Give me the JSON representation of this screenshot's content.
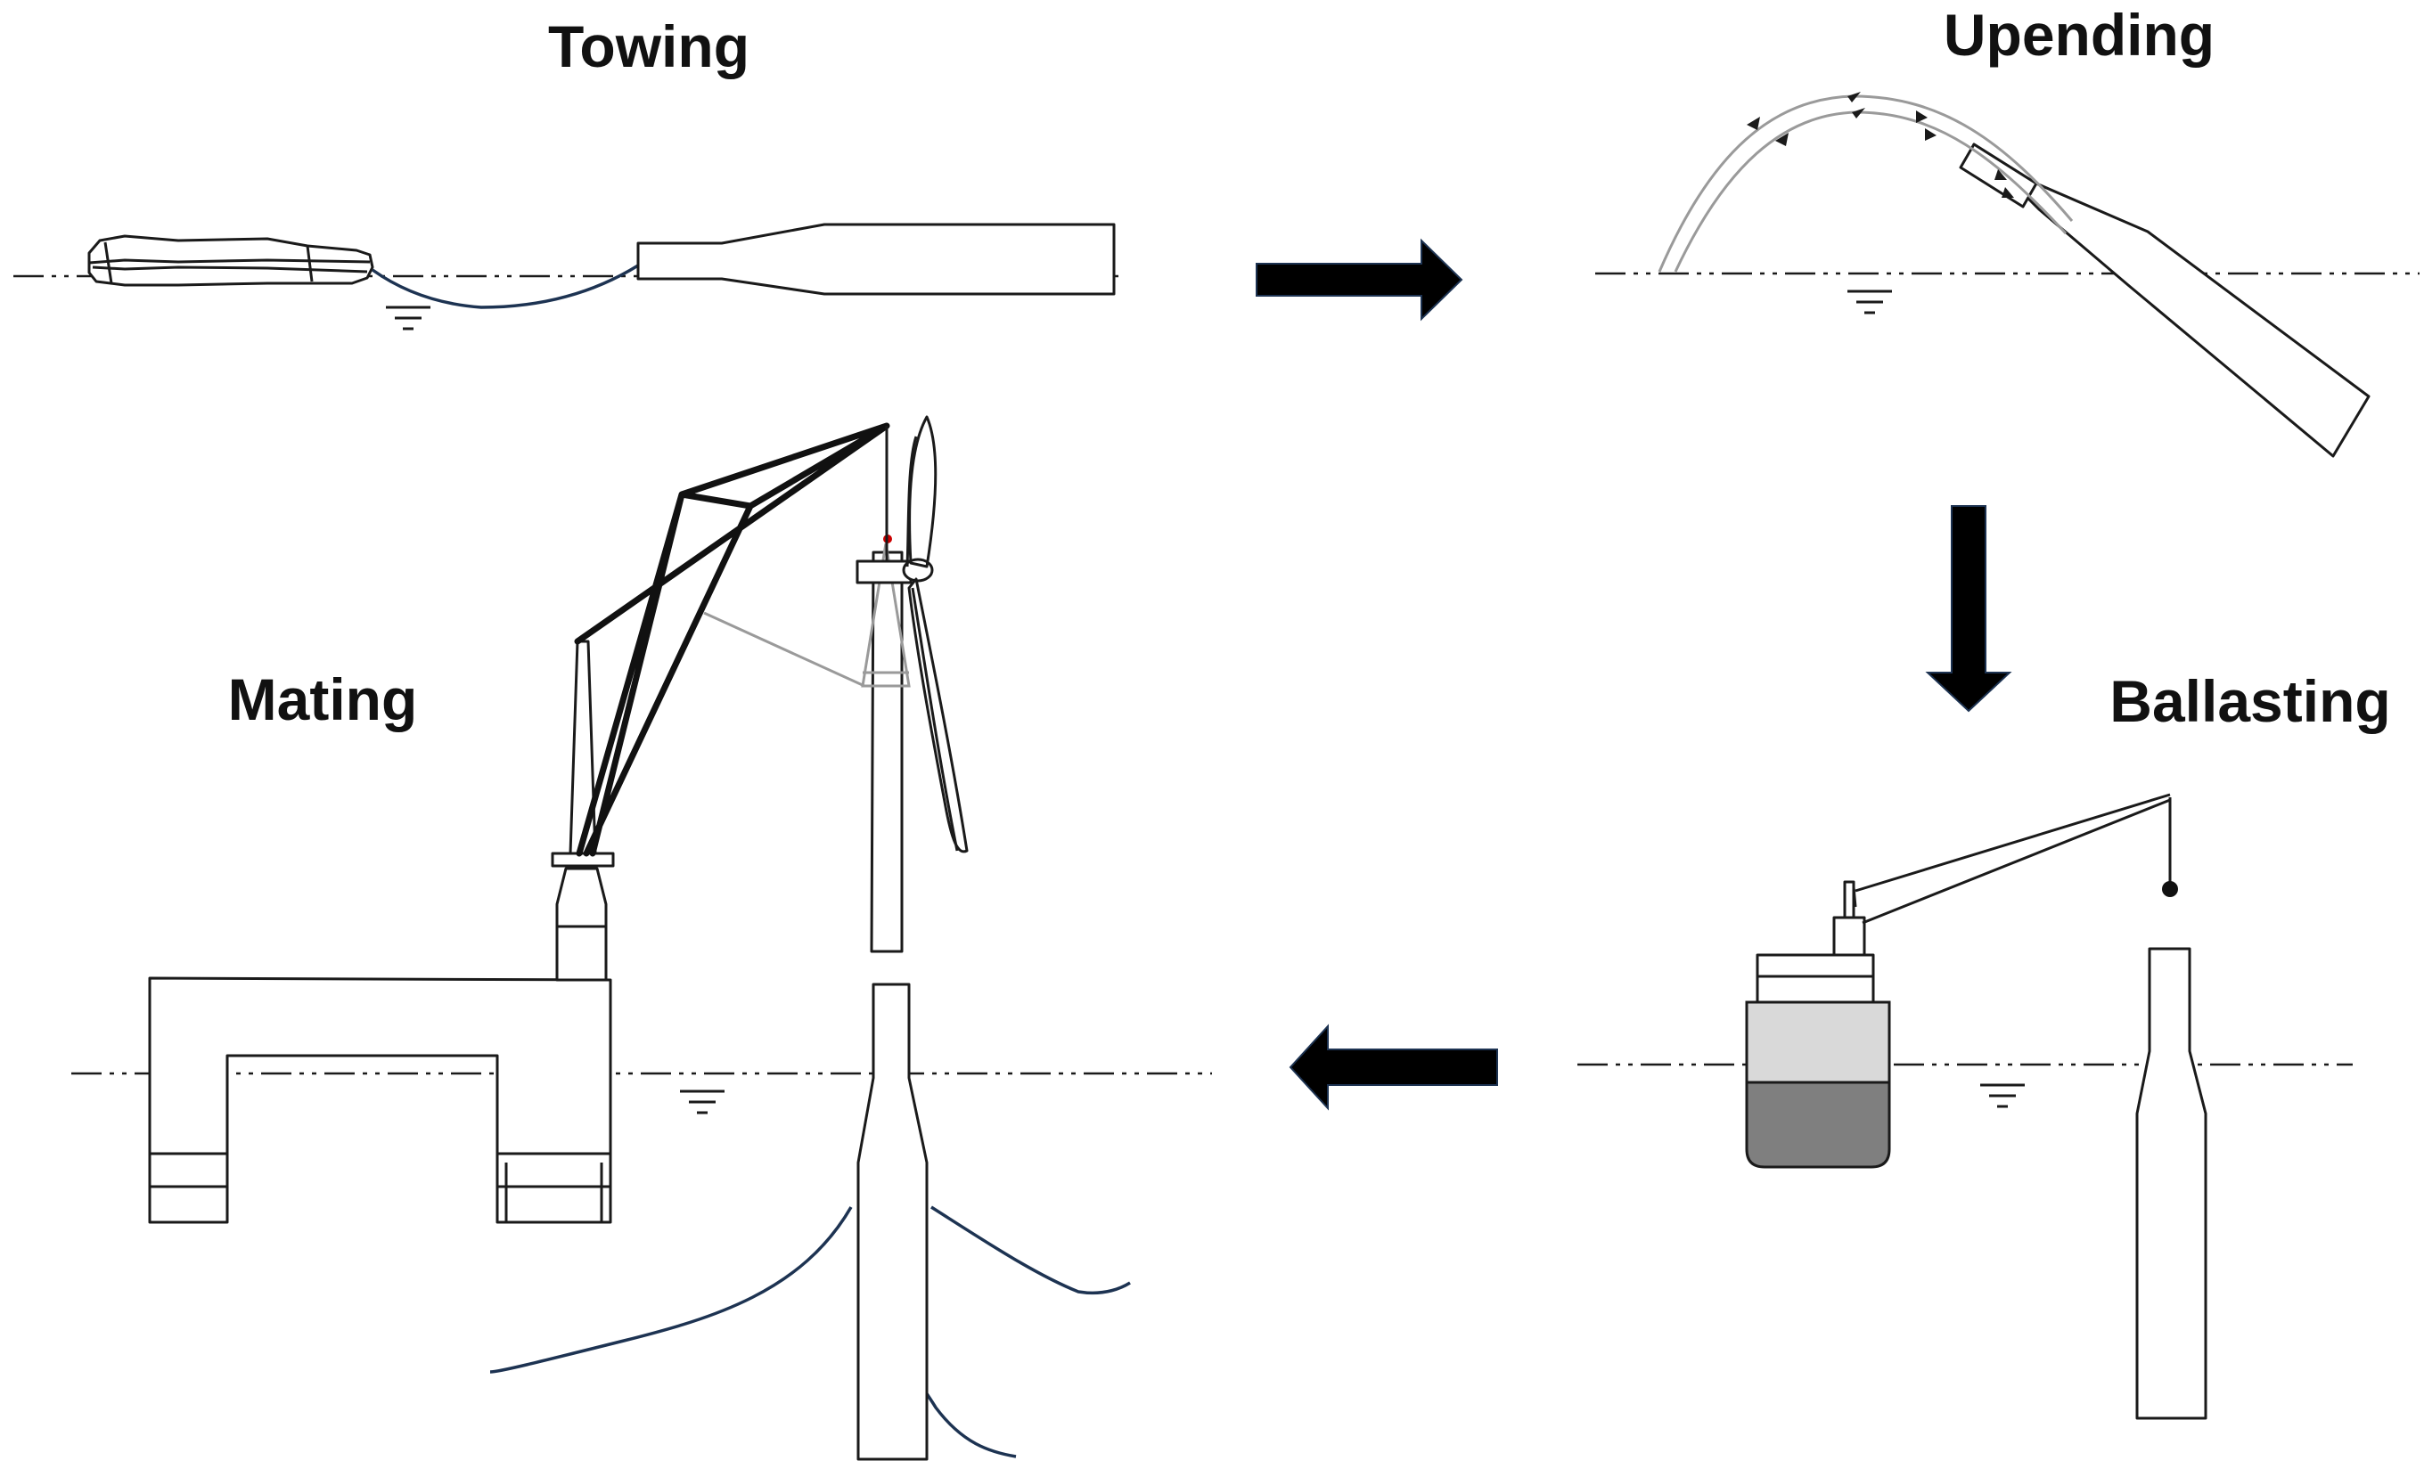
{
  "stages": {
    "towing": {
      "label": "Towing"
    },
    "upending": {
      "label": "Upending"
    },
    "ballasting": {
      "label": "Ballasting"
    },
    "mating": {
      "label": "Mating"
    }
  },
  "colors": {
    "outline": "#1a1a1a",
    "mooring_line": "#1d3352",
    "ballast_light": "#d9d9d9",
    "ballast_dark": "#7f7f7f",
    "guide_line": "#9a9a9a",
    "hub_marker": "#cc0000"
  },
  "flow_arrows": [
    "right-arrow",
    "down-arrow",
    "left-arrow"
  ]
}
